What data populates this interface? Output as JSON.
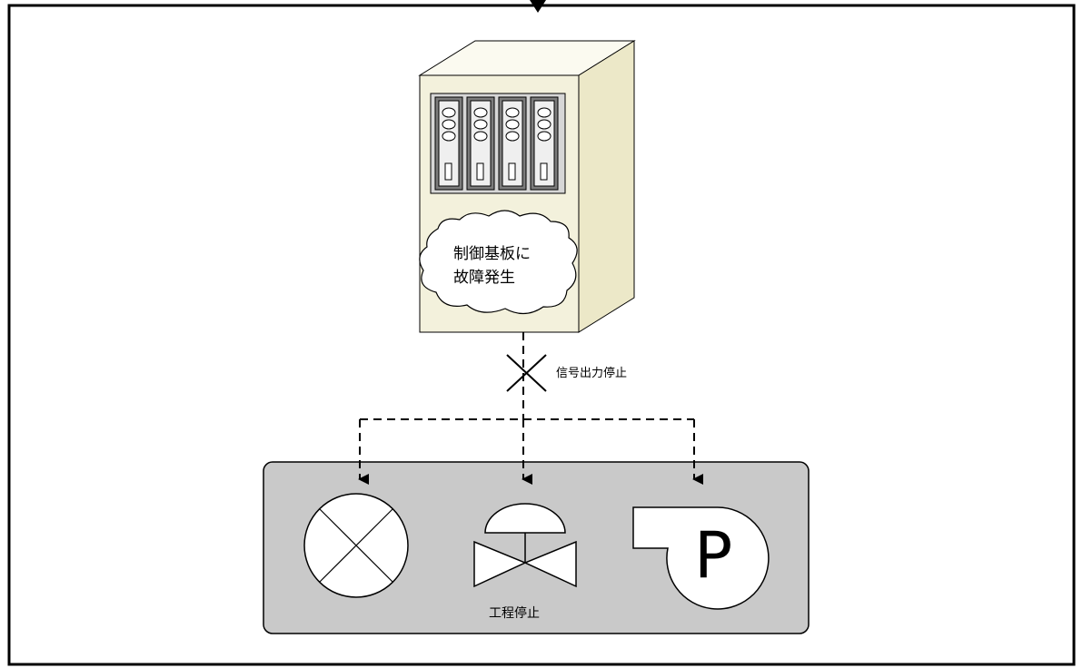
{
  "labels": {
    "fault_line1": "制御基板に",
    "fault_line2": "故障発生",
    "signal_stop": "信号出力停止",
    "process_stop": "工程停止",
    "pump_letter": "P"
  },
  "colors": {
    "frame": "#000000",
    "cabinet_face": "#f3f1dc",
    "cabinet_side": "#ece8c8",
    "panel": "#d7d7d7",
    "module": "#7c7c7c",
    "process_area": "#c9c9c9"
  },
  "icons": [
    "lamp-icon",
    "control-valve-icon",
    "pump-icon"
  ]
}
